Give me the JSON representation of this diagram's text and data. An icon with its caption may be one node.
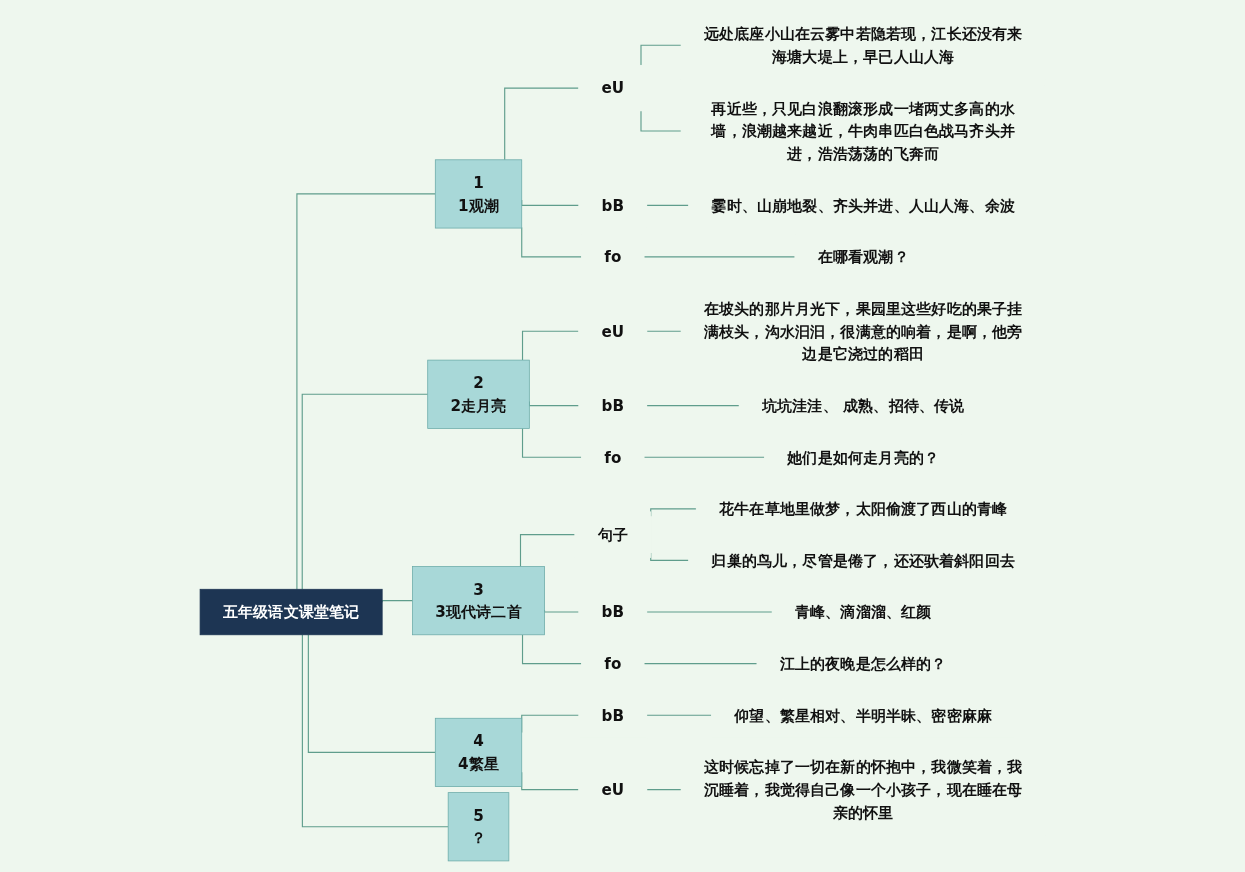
{
  "diagram": {
    "nodes": [
      {
        "text": [
          "五年级语文课堂笔记"
        ]
      },
      {
        "text": [
          "1",
          "1观潮"
        ]
      },
      {
        "text": [
          "eU"
        ]
      },
      {
        "text": [
          "远处底座小山在云雾中若隐若现，江长还没有来海塘大堤上，早已人山人海"
        ]
      },
      {
        "text": [
          "再近些，只见白浪翻滚形成一堵两丈多高的水墙，浪潮越来越近，牛肉串匹白色战马齐头并进，浩浩荡荡的飞奔而"
        ]
      },
      {
        "text": [
          "bB"
        ]
      },
      {
        "text": [
          "霎时、山崩地裂、齐头并进、人山人海、余波"
        ]
      },
      {
        "text": [
          "fo"
        ]
      },
      {
        "text": [
          "在哪看观潮？"
        ]
      },
      {
        "text": [
          "2",
          "2走月亮"
        ]
      },
      {
        "text": [
          "eU"
        ]
      },
      {
        "text": [
          "在坡头的那片月光下，果园里这些好吃的果子挂满枝头，沟水汩汩，很满意的响着，是啊，他旁边是它浇过的稻田"
        ]
      },
      {
        "text": [
          "bB"
        ]
      },
      {
        "text": [
          "坑坑洼洼、 成熟、招待、传说"
        ]
      },
      {
        "text": [
          "fo"
        ]
      },
      {
        "text": [
          "她们是如何走月亮的？"
        ]
      },
      {
        "text": [
          "3",
          "3现代诗二首"
        ]
      },
      {
        "text": [
          "句子"
        ]
      },
      {
        "text": [
          "花牛在草地里做梦，太阳偷渡了西山的青峰"
        ]
      },
      {
        "text": [
          "归巢的鸟儿，尽管是倦了，还还驮着斜阳回去"
        ]
      },
      {
        "text": [
          "bB"
        ]
      },
      {
        "text": [
          "青峰、滴溜溜、红颜"
        ]
      },
      {
        "text": [
          "fo"
        ]
      },
      {
        "text": [
          "江上的夜晚是怎么样的？"
        ]
      },
      {
        "text": [
          "4",
          "4繁星"
        ]
      },
      {
        "text": [
          "bB"
        ]
      },
      {
        "text": [
          "仰望、繁星相对、半明半昧、密密麻麻"
        ]
      },
      {
        "text": [
          "eU"
        ]
      },
      {
        "text": [
          "这时候忘掉了一切在新的怀抱中，我微笑着，我沉睡着，我觉得自己像一个小孩子，现在睡在母亲的怀里"
        ]
      },
      {
        "text": [
          "5",
          "？"
        ]
      }
    ],
    "edges": [
      {
        "from": 0,
        "to": 1,
        "arrow": "none"
      },
      {
        "from": 1,
        "to": 2,
        "arrow": "none"
      },
      {
        "from": 2,
        "to": 3,
        "arrow": "none"
      },
      {
        "from": 2,
        "to": 4,
        "arrow": "none"
      },
      {
        "from": 1,
        "to": 5,
        "arrow": "none"
      },
      {
        "from": 5,
        "to": 6,
        "arrow": "none"
      },
      {
        "from": 1,
        "to": 7,
        "arrow": "none"
      },
      {
        "from": 7,
        "to": 8,
        "arrow": "none"
      },
      {
        "from": 0,
        "to": 9,
        "arrow": "none"
      },
      {
        "from": 9,
        "to": 10,
        "arrow": "none"
      },
      {
        "from": 10,
        "to": 11,
        "arrow": "none"
      },
      {
        "from": 9,
        "to": 12,
        "arrow": "none"
      },
      {
        "from": 12,
        "to": 13,
        "arrow": "none"
      },
      {
        "from": 9,
        "to": 14,
        "arrow": "none"
      },
      {
        "from": 14,
        "to": 15,
        "arrow": "none"
      },
      {
        "from": 0,
        "to": 16,
        "arrow": "none"
      },
      {
        "from": 16,
        "to": 17,
        "arrow": "none"
      },
      {
        "from": 17,
        "to": 18,
        "arrow": "none"
      },
      {
        "from": 17,
        "to": 19,
        "arrow": "none"
      },
      {
        "from": 16,
        "to": 20,
        "arrow": "none"
      },
      {
        "from": 20,
        "to": 21,
        "arrow": "none"
      },
      {
        "from": 16,
        "to": 22,
        "arrow": "none"
      },
      {
        "from": 22,
        "to": 23,
        "arrow": "none"
      },
      {
        "from": 0,
        "to": 24,
        "arrow": "none"
      },
      {
        "from": 24,
        "to": 25,
        "arrow": "none"
      },
      {
        "from": 25,
        "to": 26,
        "arrow": "none"
      },
      {
        "from": 24,
        "to": 27,
        "arrow": "none"
      },
      {
        "from": 27,
        "to": 28,
        "arrow": "none"
      },
      {
        "from": 0,
        "to": 29,
        "arrow": "none"
      }
    ]
  }
}
